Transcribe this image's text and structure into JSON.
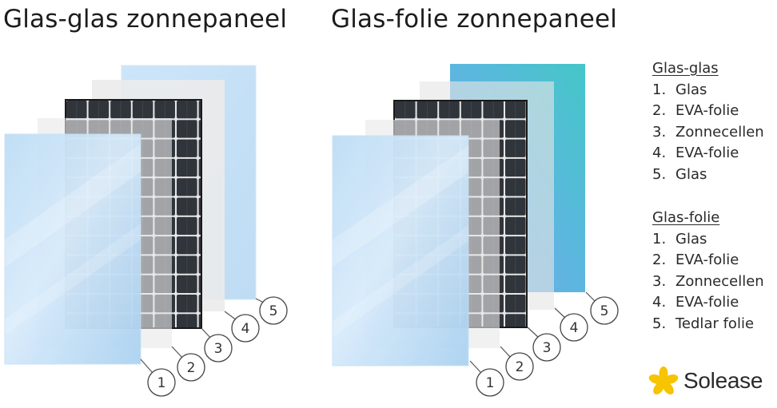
{
  "titles": {
    "left": "Glas-glas zonnepaneel",
    "right": "Glas-folie zonnepaneel"
  },
  "legends": [
    {
      "heading": "Glas-glas",
      "items": [
        {
          "num": "1.",
          "label": "Glas"
        },
        {
          "num": "2.",
          "label": "EVA-folie"
        },
        {
          "num": "3.",
          "label": "Zonnecellen"
        },
        {
          "num": "4.",
          "label": "EVA-folie"
        },
        {
          "num": "5.",
          "label": "Glas"
        }
      ]
    },
    {
      "heading": "Glas-folie",
      "items": [
        {
          "num": "1.",
          "label": "Glas"
        },
        {
          "num": "2.",
          "label": "EVA-folie"
        },
        {
          "num": "3.",
          "label": "Zonnecellen"
        },
        {
          "num": "4.",
          "label": "EVA-folie"
        },
        {
          "num": "5.",
          "label": "Tedlar folie"
        }
      ]
    }
  ],
  "callouts": {
    "left": [
      "1",
      "2",
      "3",
      "4",
      "5"
    ],
    "right": [
      "1",
      "2",
      "3",
      "4",
      "5"
    ]
  },
  "logo": {
    "name": "Solease",
    "icon": "yellow-star-icon",
    "color": "#F6C400"
  },
  "colors": {
    "glass_light": "#d9ecfa",
    "glass_mid": "#b4d8f4",
    "eva_film": "#e6e6e6",
    "cell_dark": "#2b2f36",
    "tedlar_start": "#6fb6e8",
    "tedlar_end": "#3fc0cc"
  }
}
